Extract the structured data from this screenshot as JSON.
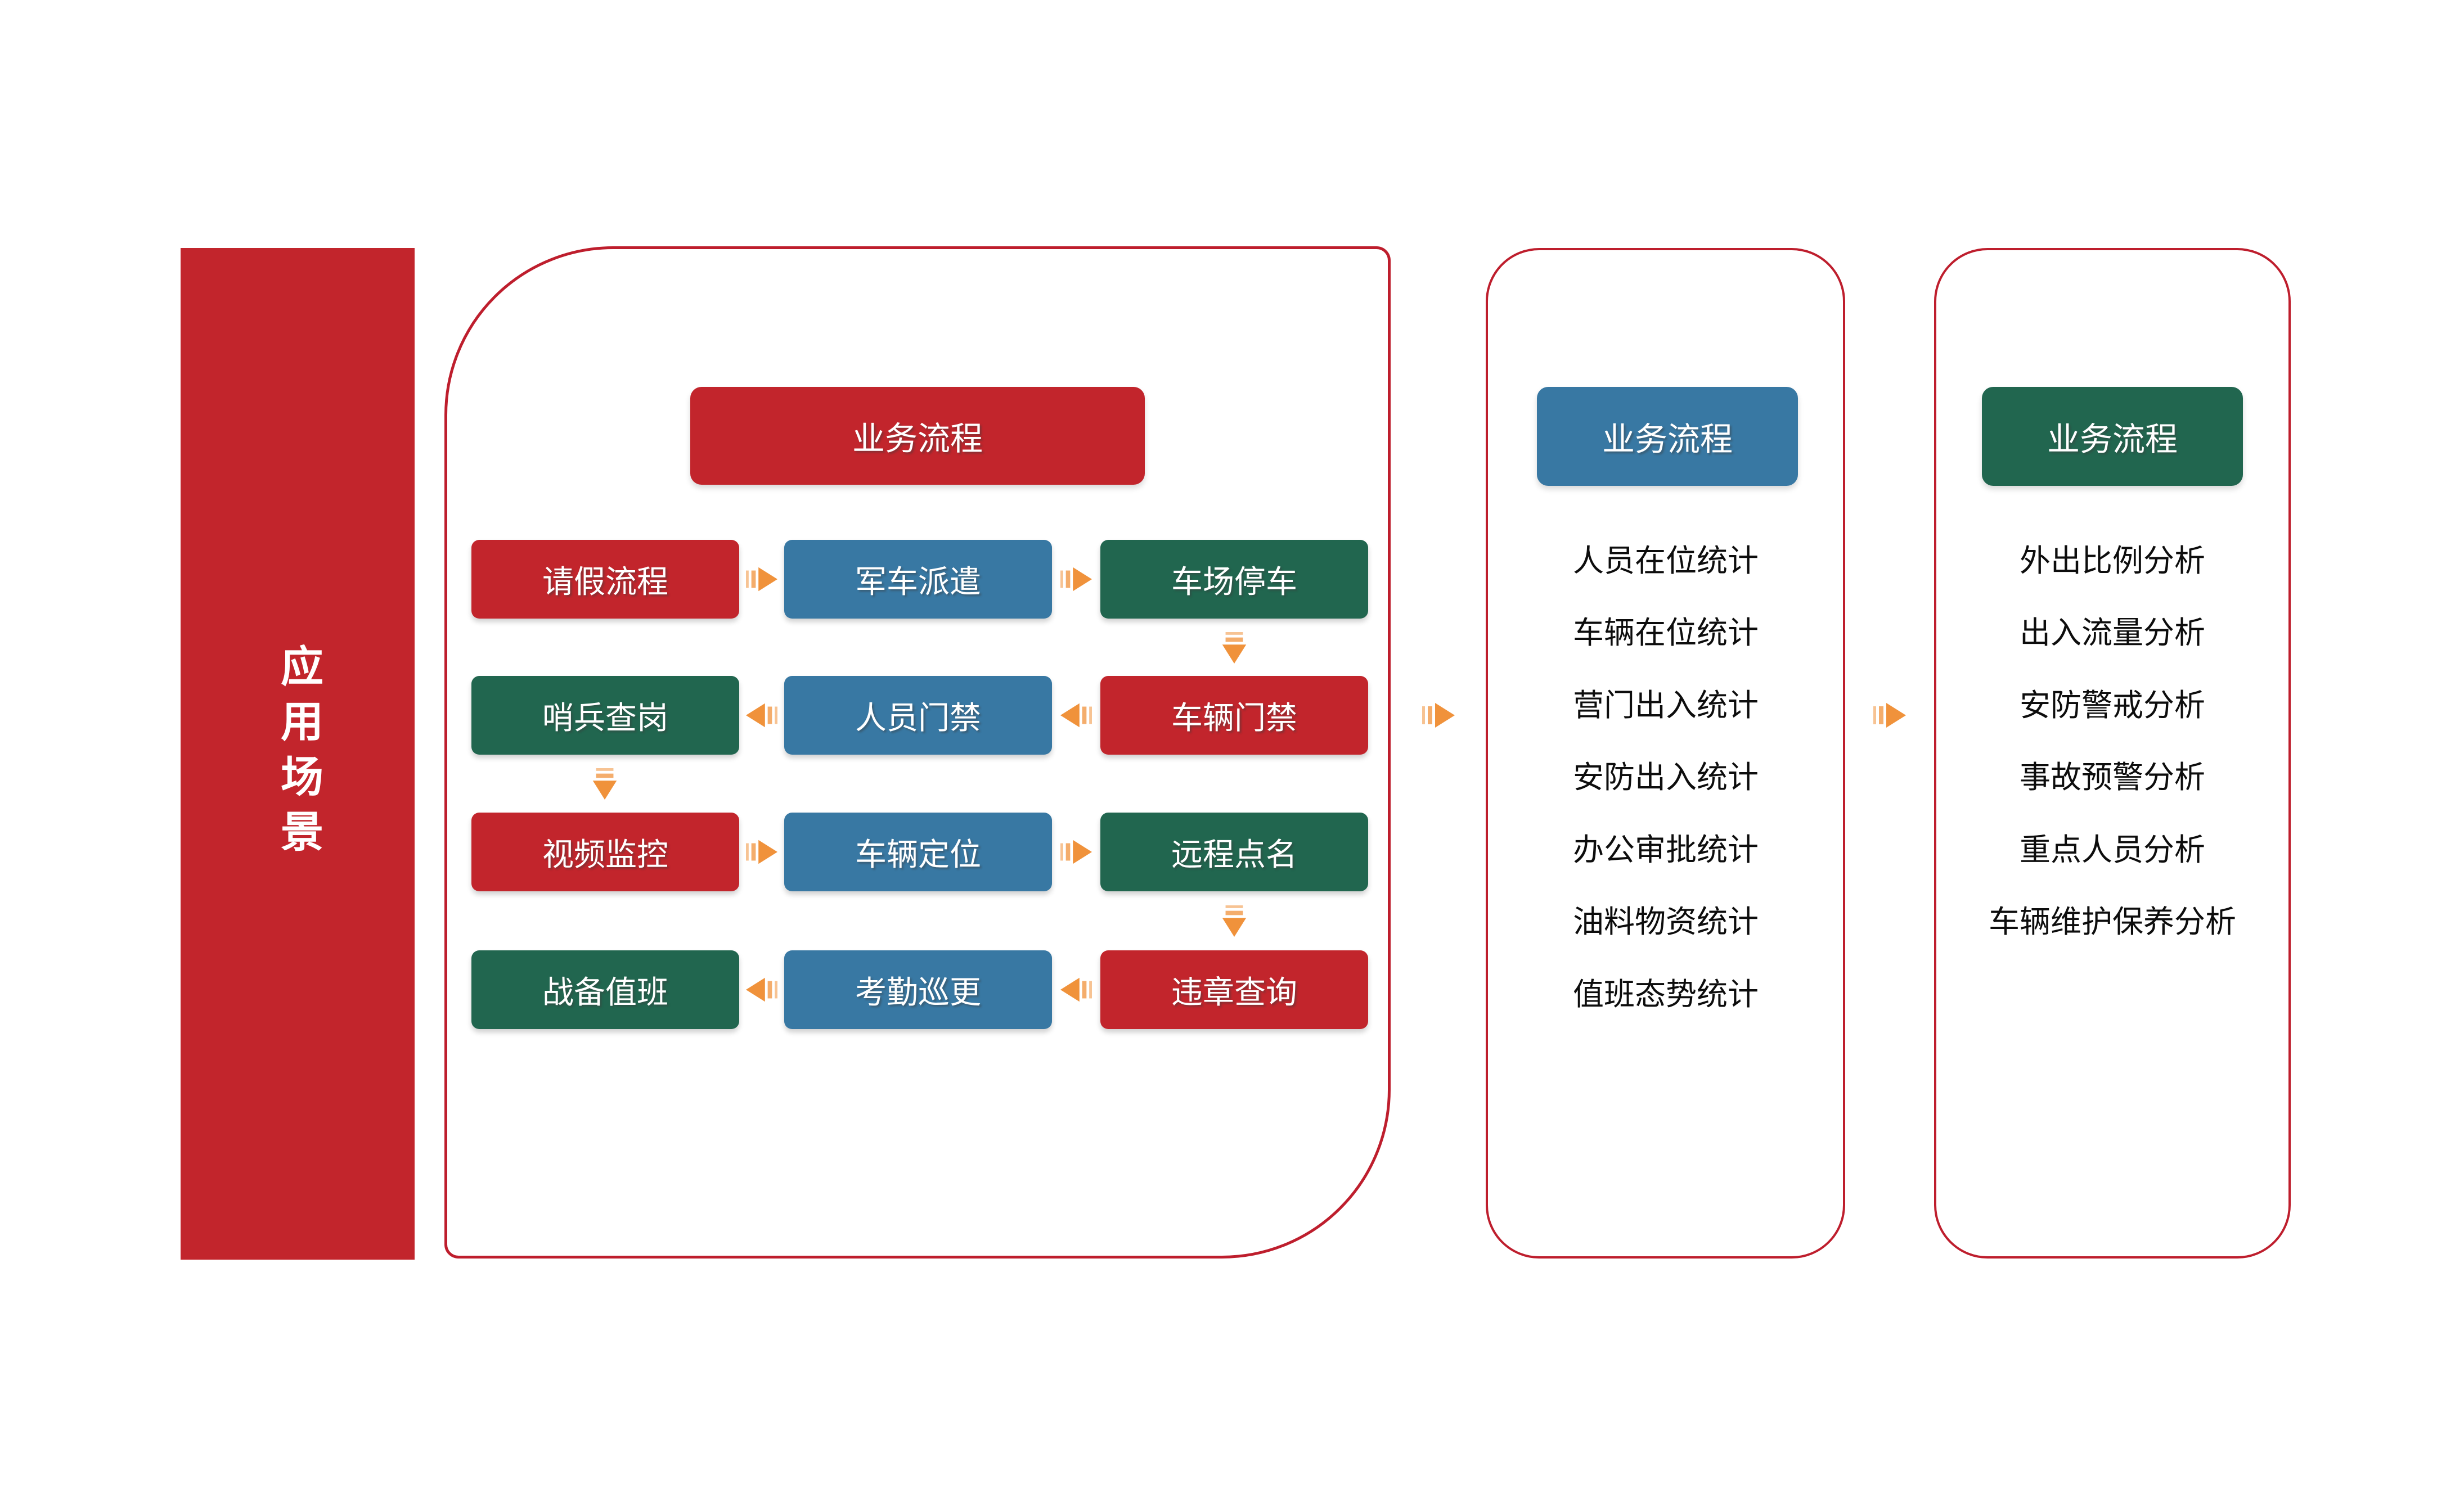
{
  "colors": {
    "red": "#C2252C",
    "blue": "#3878A3",
    "green": "#21664F",
    "orange": "#F0923B",
    "panel_border": "#BE1E2D",
    "list_text": "#0D0D0D"
  },
  "left_bar": {
    "label": "应用场景"
  },
  "main_panel": {
    "header": "业务流程",
    "rows": [
      {
        "arrow_dir": "right",
        "boxes": [
          {
            "label": "请假流程",
            "color": "red"
          },
          {
            "label": "军车派遣",
            "color": "blue"
          },
          {
            "label": "车场停车",
            "color": "green"
          }
        ]
      },
      {
        "arrow_dir": "left",
        "boxes": [
          {
            "label": "哨兵查岗",
            "color": "green"
          },
          {
            "label": "人员门禁",
            "color": "blue"
          },
          {
            "label": "车辆门禁",
            "color": "red"
          }
        ]
      },
      {
        "arrow_dir": "right",
        "boxes": [
          {
            "label": "视频监控",
            "color": "red"
          },
          {
            "label": "车辆定位",
            "color": "blue"
          },
          {
            "label": "远程点名",
            "color": "green"
          }
        ]
      },
      {
        "arrow_dir": "left",
        "boxes": [
          {
            "label": "战备值班",
            "color": "green"
          },
          {
            "label": "考勤巡更",
            "color": "blue"
          },
          {
            "label": "违章查询",
            "color": "red"
          }
        ]
      }
    ]
  },
  "stats_panel": {
    "header": "业务流程",
    "items": [
      "人员在位统计",
      "车辆在位统计",
      "营门出入统计",
      "安防出入统计",
      "办公审批统计",
      "油料物资统计",
      "值班态势统计"
    ]
  },
  "analysis_panel": {
    "header": "业务流程",
    "items": [
      "外出比例分析",
      "出入流量分析",
      "安防警戒分析",
      "事故预警分析",
      "重点人员分析",
      "车辆维护保养分析"
    ]
  }
}
